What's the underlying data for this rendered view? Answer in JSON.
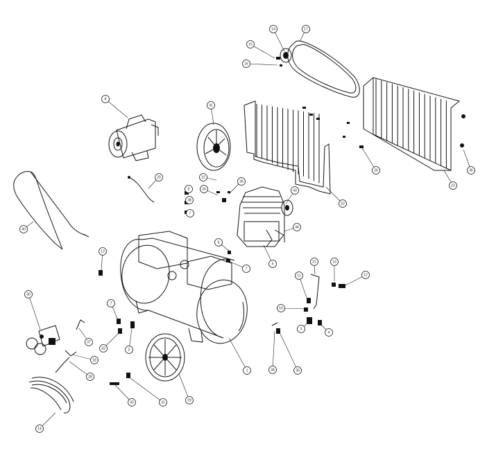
{
  "title": "",
  "colors": {
    "ink": "#111111",
    "background": "#ffffff"
  },
  "callouts": [
    {
      "id": "c14a",
      "label": "14"
    },
    {
      "id": "c17",
      "label": "17"
    },
    {
      "id": "c15",
      "label": "15"
    },
    {
      "id": "c16",
      "label": "16"
    },
    {
      "id": "c8",
      "label": "8"
    },
    {
      "id": "c41",
      "label": "41"
    },
    {
      "id": "c20",
      "label": "20"
    },
    {
      "id": "c22a",
      "label": "22"
    },
    {
      "id": "c24a",
      "label": "24"
    },
    {
      "id": "c36a",
      "label": "36"
    },
    {
      "id": "c9",
      "label": "9"
    },
    {
      "id": "c38",
      "label": "38"
    },
    {
      "id": "c7a",
      "label": "7"
    },
    {
      "id": "c43",
      "label": "43"
    },
    {
      "id": "c44",
      "label": "44"
    },
    {
      "id": "c22b",
      "label": "22"
    },
    {
      "id": "c26",
      "label": "26"
    },
    {
      "id": "c23",
      "label": "23"
    },
    {
      "id": "c36b",
      "label": "36"
    },
    {
      "id": "c40",
      "label": "40"
    },
    {
      "id": "c6",
      "label": "6"
    },
    {
      "id": "c5",
      "label": "5"
    },
    {
      "id": "c7b",
      "label": "7"
    },
    {
      "id": "c13a",
      "label": "13"
    },
    {
      "id": "c21",
      "label": "21"
    },
    {
      "id": "c11",
      "label": "11"
    },
    {
      "id": "c13b",
      "label": "13"
    },
    {
      "id": "c12",
      "label": "12"
    },
    {
      "id": "c10",
      "label": "10"
    },
    {
      "id": "c3",
      "label": "3"
    },
    {
      "id": "c4",
      "label": "4"
    },
    {
      "id": "c30",
      "label": "30"
    },
    {
      "id": "c7c",
      "label": "7"
    },
    {
      "id": "c37",
      "label": "37"
    },
    {
      "id": "c32",
      "label": "32"
    },
    {
      "id": "c2",
      "label": "2"
    },
    {
      "id": "c18",
      "label": "18"
    },
    {
      "id": "c28",
      "label": "28"
    },
    {
      "id": "c1",
      "label": "1"
    },
    {
      "id": "c34",
      "label": "34"
    },
    {
      "id": "c35",
      "label": "35"
    },
    {
      "id": "c29",
      "label": "29"
    },
    {
      "id": "c33",
      "label": "33"
    },
    {
      "id": "c31",
      "label": "31"
    },
    {
      "id": "c14b",
      "label": "14"
    }
  ]
}
